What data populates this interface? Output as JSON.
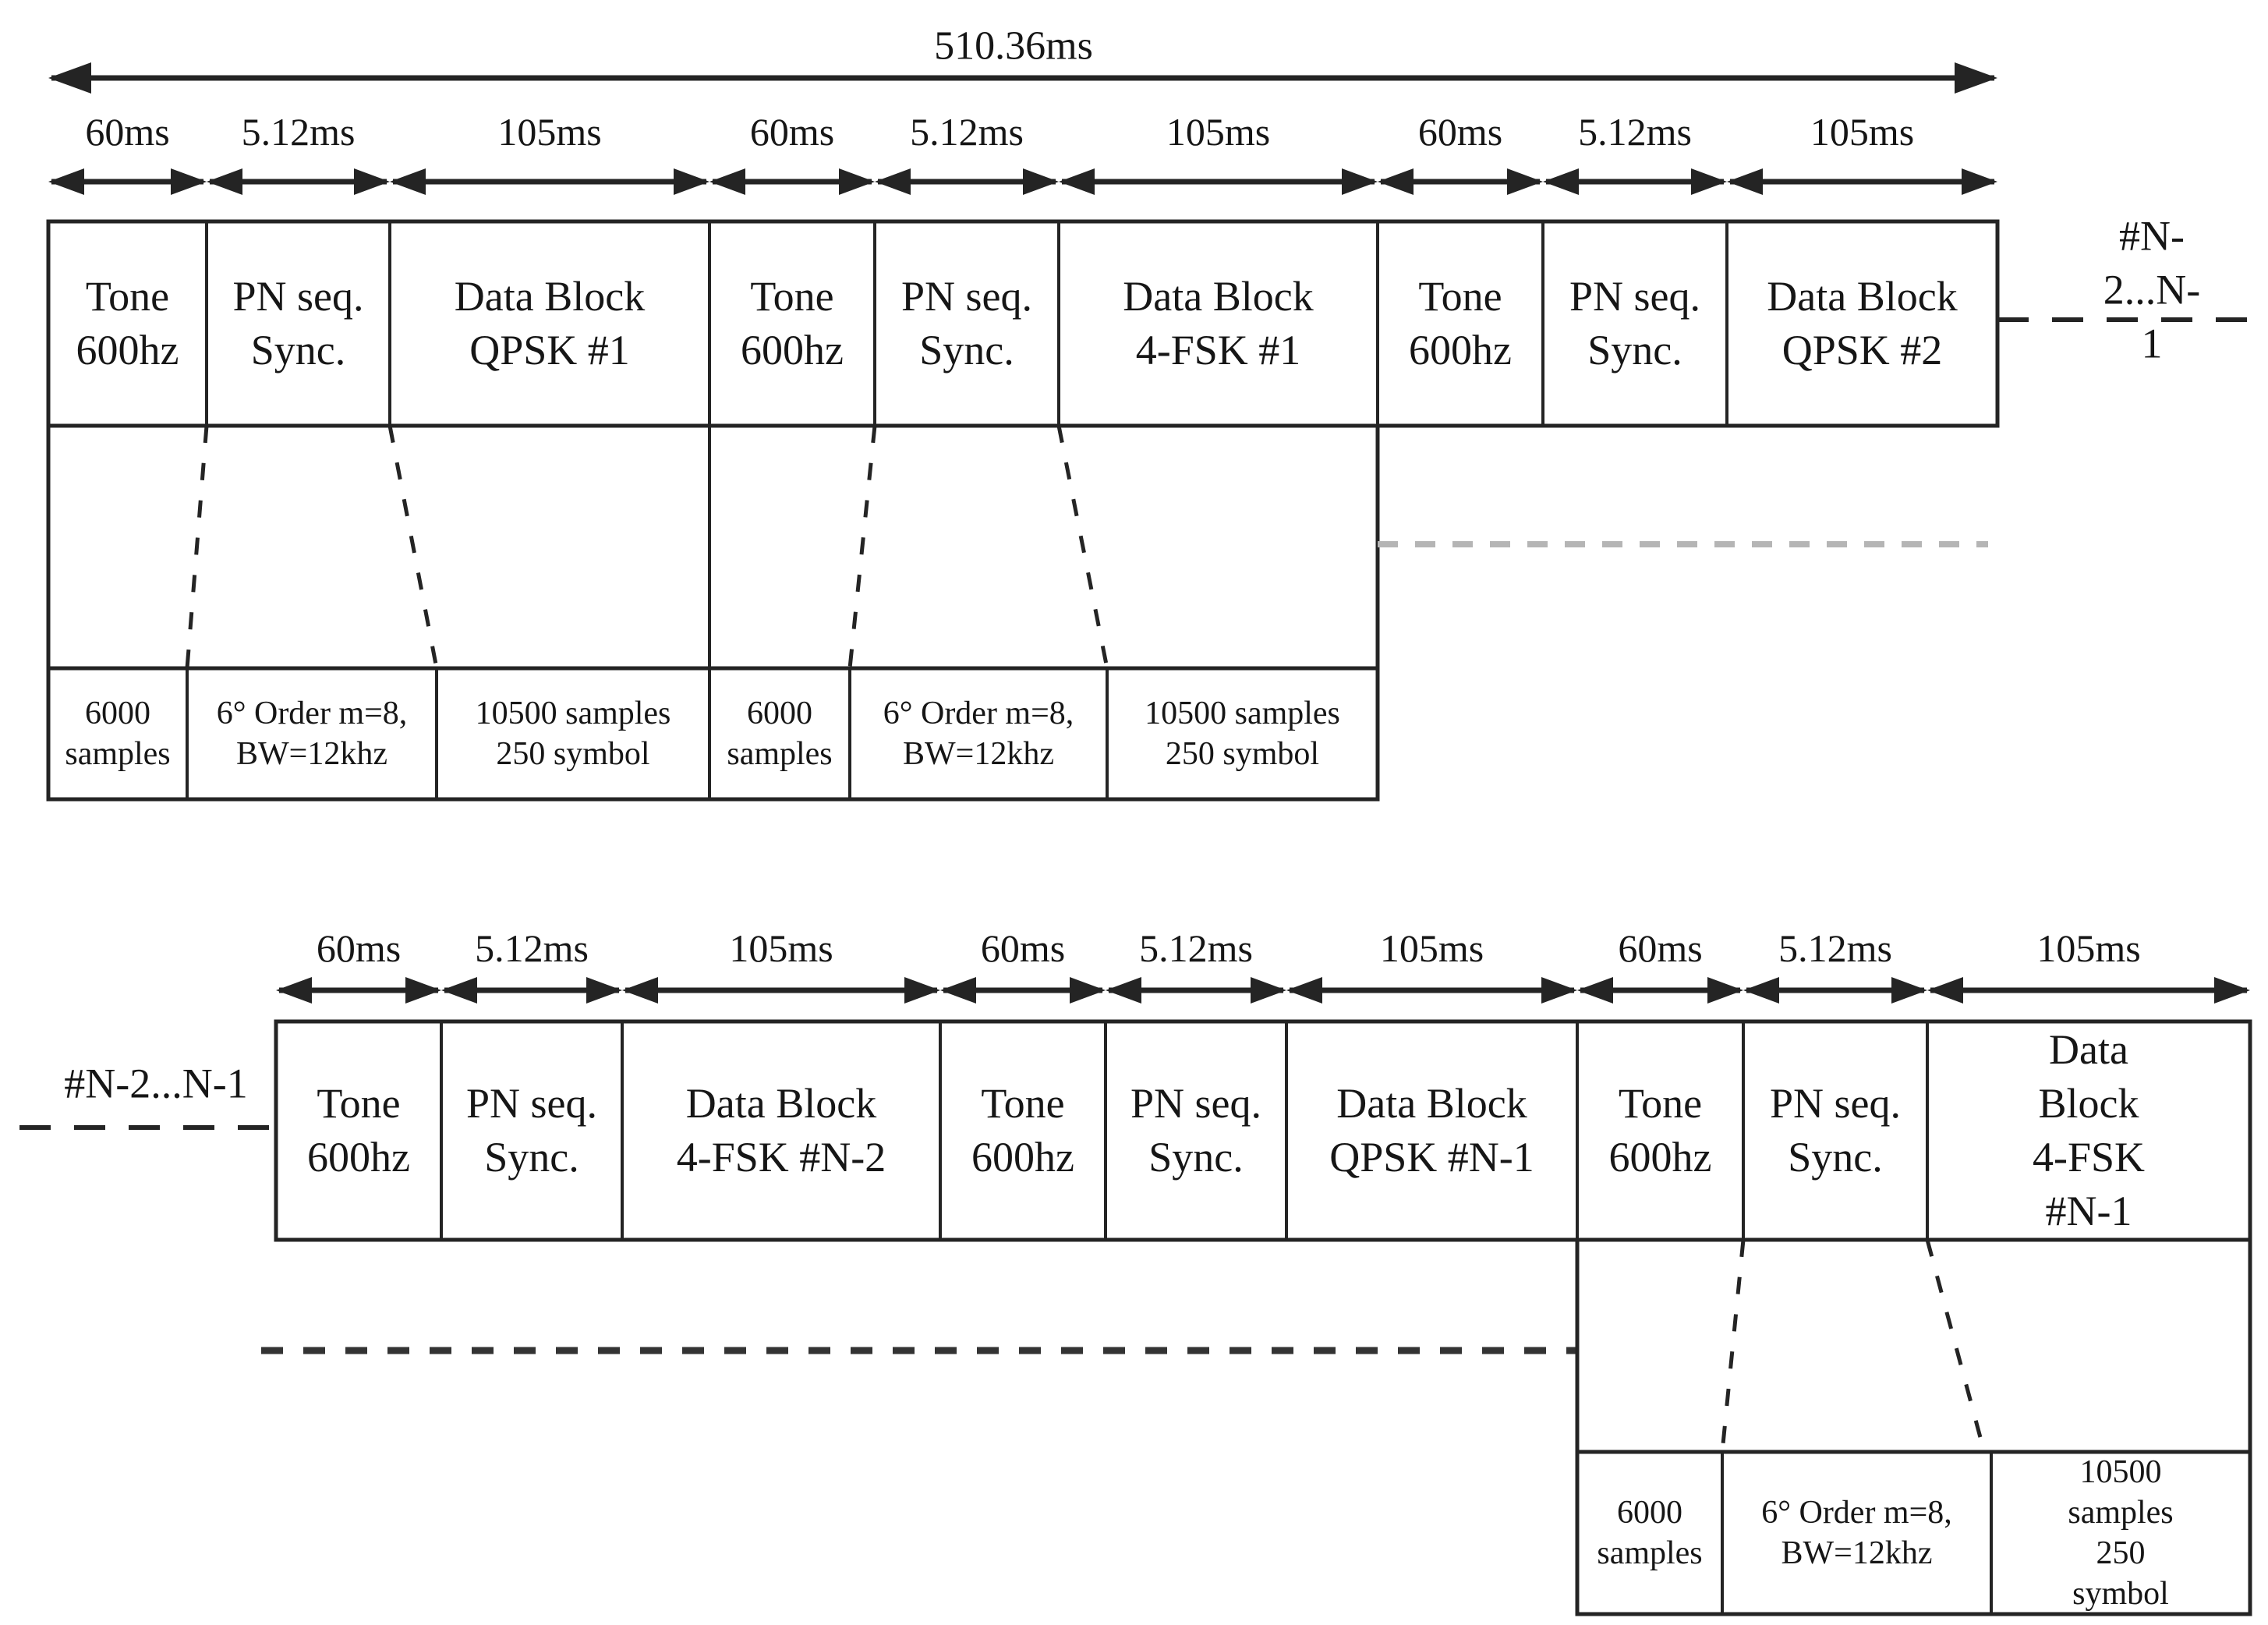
{
  "diagram": {
    "total_duration_label": "510.36ms",
    "continuation_label": "#N-2...N-1",
    "segment_durations": {
      "tone": "60ms",
      "sync": "5.12ms",
      "data": "105ms"
    },
    "frame1": {
      "blocks": [
        {
          "line1": "Tone",
          "line2": "600hz"
        },
        {
          "line1": "PN seq.",
          "line2": "Sync."
        },
        {
          "line1": "Data Block",
          "line2": "QPSK #1"
        },
        {
          "line1": "Tone",
          "line2": "600hz"
        },
        {
          "line1": "PN seq.",
          "line2": "Sync."
        },
        {
          "line1": "Data Block",
          "line2": "4-FSK #1"
        },
        {
          "line1": "Tone",
          "line2": "600hz"
        },
        {
          "line1": "PN seq.",
          "line2": "Sync."
        },
        {
          "line1": "Data Block",
          "line2": "QPSK #2"
        }
      ],
      "annotations": [
        {
          "line1": "6000",
          "line2": "samples"
        },
        {
          "line1": "6° Order m=8,",
          "line2": "BW=12khz"
        },
        {
          "line1": "10500 samples",
          "line2": "250 symbol"
        },
        {
          "line1": "6000",
          "line2": "samples"
        },
        {
          "line1": "6° Order m=8,",
          "line2": "BW=12khz"
        },
        {
          "line1": "10500 samples",
          "line2": "250 symbol"
        }
      ]
    },
    "frame2": {
      "blocks": [
        {
          "line1": "Tone",
          "line2": "600hz"
        },
        {
          "line1": "PN seq.",
          "line2": "Sync."
        },
        {
          "line1": "Data Block",
          "line2": "4-FSK #N-2"
        },
        {
          "line1": "Tone",
          "line2": "600hz"
        },
        {
          "line1": "PN seq.",
          "line2": "Sync."
        },
        {
          "line1": "Data Block",
          "line2": "QPSK #N-1"
        },
        {
          "line1": "Tone",
          "line2": "600hz"
        },
        {
          "line1": "PN seq.",
          "line2": "Sync."
        },
        {
          "line1": "Data Block",
          "line2": "4-FSK #N-1"
        }
      ],
      "annotations": [
        {
          "line1": "6000",
          "line2": "samples"
        },
        {
          "line1": "6° Order m=8,",
          "line2": "BW=12khz"
        },
        {
          "line1": "10500 samples",
          "line2": "250 symbol"
        }
      ]
    }
  }
}
